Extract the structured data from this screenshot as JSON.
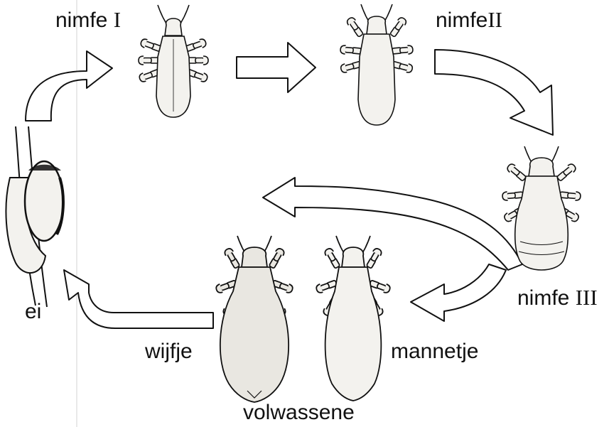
{
  "labels": {
    "egg": "ei",
    "nymph1": {
      "word": "nimfe",
      "numeral": "I"
    },
    "nymph2": {
      "word": "nimfe",
      "numeral": "II"
    },
    "nymph3": {
      "word": "nimfe",
      "numeral": "III"
    },
    "female": "wijfje",
    "male": "mannetje",
    "adult": "volwassene"
  },
  "colors": {
    "ink": "#111111",
    "body_fill": "#f3f2ee",
    "female_fill": "#e9e7e1",
    "arrow_fill": "#ffffff",
    "margin_line": "#d9d9d9"
  }
}
